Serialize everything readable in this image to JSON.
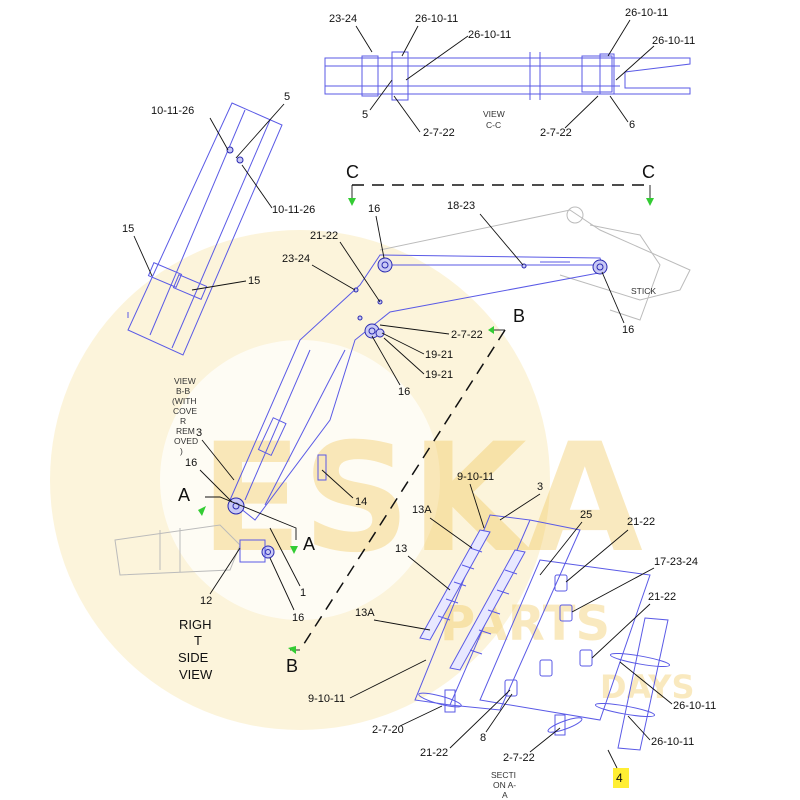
{
  "watermark": {
    "brand": "ESKA",
    "line1": "PARTS",
    "line2": "DAYS",
    "color": "#f0c14b"
  },
  "views": {
    "cc_title": "VIEW",
    "cc_sub": "C-C",
    "bb_lines": [
      "VIEW",
      "B-B",
      "(WITH",
      "COVE",
      "R",
      "REM",
      "OVED",
      ")"
    ],
    "right_side_lines": [
      "RIGH",
      "T",
      "SIDE",
      "VIEW"
    ],
    "section_lines": [
      "SECTI",
      "ON A-",
      "A"
    ],
    "stick": "STICK"
  },
  "section_marks": {
    "c_left": "C",
    "c_right": "C",
    "b_top": "B",
    "b_bottom": "B",
    "a_left": "A",
    "a_right": "A"
  },
  "labels": {
    "cc_23_24": "23-24",
    "cc_26_10_11_a": "26-10-11",
    "cc_26_10_11_b": "26-10-11",
    "cc_26_10_11_c": "26-10-11",
    "cc_26_10_11_d": "26-10-11",
    "cc_5": "5",
    "cc_2_7_22_a": "2-7-22",
    "cc_2_7_22_b": "2-7-22",
    "cc_6": "6",
    "bb_10_11_26_a": "10-11-26",
    "bb_5": "5",
    "bb_10_11_26_b": "10-11-26",
    "bb_15_a": "15",
    "bb_15_b": "15",
    "bb_3": "3",
    "m_16_top": "16",
    "m_18_23": "18-23",
    "m_21_22": "21-22",
    "m_23_24": "23-24",
    "m_2_7_22": "2-7-22",
    "m_19_21_a": "19-21",
    "m_19_21_b": "19-21",
    "m_16_mid": "16",
    "m_16_right": "16",
    "m_16_left": "16",
    "m_14": "14",
    "m_1": "1",
    "m_12": "12",
    "m_16_bottom": "16",
    "s_9_10_11_a": "9-10-11",
    "s_3": "3",
    "s_13a_a": "13A",
    "s_25": "25",
    "s_21_22_a": "21-22",
    "s_13": "13",
    "s_17_23_24": "17-23-24",
    "s_21_22_b": "21-22",
    "s_13a_b": "13A",
    "s_9_10_11_b": "9-10-11",
    "s_26_10_11_a": "26-10-11",
    "s_2_7_20": "2-7-20",
    "s_8": "8",
    "s_21_22_c": "21-22",
    "s_26_10_11_b": "26-10-11",
    "s_2_7_22": "2-7-22",
    "s_4": "4"
  },
  "colors": {
    "part_line": "#5a5ae6",
    "highlight": "#ffee33",
    "arrow": "#33cc33"
  }
}
